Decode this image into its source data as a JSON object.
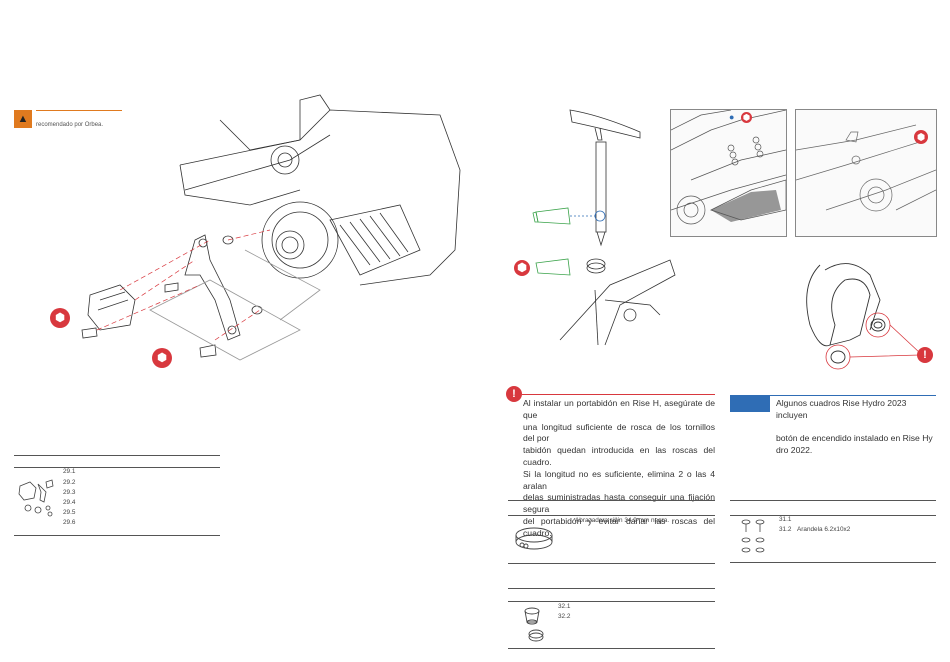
{
  "left_page": {
    "warning_note": "recomendado por Orbea.",
    "table_29": {
      "items": [
        "29.1",
        "29.2",
        "29.3",
        "29.4",
        "29.5",
        "29.6"
      ]
    }
  },
  "right_page": {
    "mounting_notice": {
      "lines": [
        "Al instalar un portabidón en Rise H, asegúrate de que",
        "una longitud suficiente de rosca de los tornillos del por",
        "tabidón quedan introducida en las roscas del cuadro.",
        "Si la longitud no es suficiente, elimina 2 o las 4 aralan",
        "delas suministradas hasta conseguir una fijación segura",
        "del portabidón y evitar dañar las roscas del cuadro."
      ]
    },
    "info_notice": {
      "lines": [
        "Algunos cuadros Rise Hydro 2023 incluyen",
        "",
        "botón de encendido instalado en Rise Hy",
        "dro 2022."
      ]
    },
    "table_seat_clamp": {
      "description": "Abrazadera sillín 34.9 mm negra."
    },
    "table_31": {
      "items": [
        {
          "num": "31.1",
          "desc": ""
        },
        {
          "num": "31.2",
          "desc": "Arandela 6.2x10x2"
        }
      ]
    },
    "table_32": {
      "items": [
        "32.1",
        "32.2"
      ]
    }
  },
  "colors": {
    "warning_orange": "#e07a1f",
    "alert_red": "#d8383e",
    "info_blue": "#2f6db5"
  },
  "icons": [
    "warning-triangle-icon",
    "alert-exclamation-icon",
    "torque-wrench-icon"
  ]
}
